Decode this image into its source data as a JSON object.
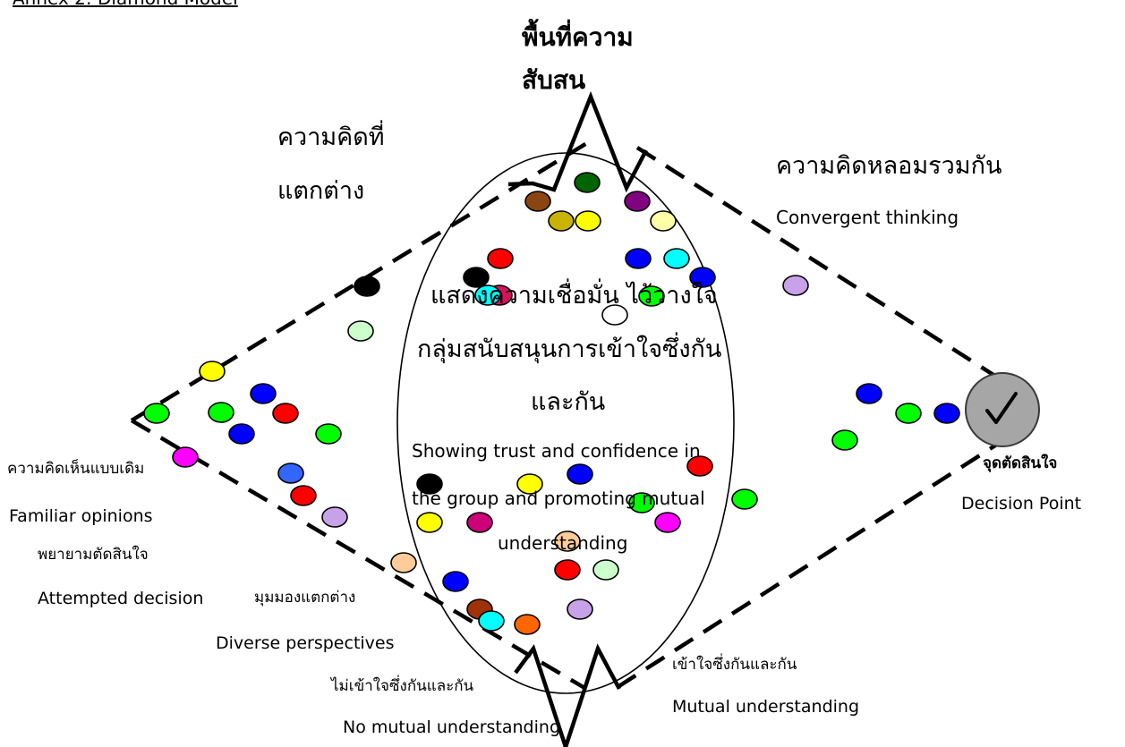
{
  "annex_title": "Annex 2: Diamond Model",
  "labels": {
    "groan_zone_line1": "พื้นที่ความ",
    "groan_zone_line2": "สับสน",
    "divergent_line1": "ความคิดที่",
    "divergent_line2": "แตกต่าง",
    "convergent_th": "ความคิดหลอมรวมกัน",
    "convergent_en": "Convergent thinking",
    "center_th_line1": "แสดงความเชื่อมั่น ไว้วางใจ",
    "center_th_line2": "กลุ่มสนับสนุนการเข้าใจซึ่งกัน",
    "center_th_line3": "และกัน",
    "center_en_line1": "Showing trust and confidence in",
    "center_en_line2": "the group and promoting mutual",
    "center_en_line3": "understanding",
    "familiar_th": "ความคิดเห็นแบบเดิม",
    "familiar_en": "Familiar opinions",
    "attempt_th": "พยายามตัดสินใจ",
    "attempt_en": "Attempted decision",
    "diverse_th": "มุมมองแตกต่าง",
    "diverse_en": "Diverse perspectives",
    "no_mutual_th": "ไม่เข้าใจซึ่งกันและกัน",
    "no_mutual_en": "No mutual understanding",
    "mutual_th": "เข้าใจซึ่งกันและกัน",
    "mutual_en": "Mutual understanding",
    "decision_th": "จุดตัดสินใจ",
    "decision_en": "Decision Point"
  },
  "decision_icon": "checkmark-icon",
  "colors": {
    "line": "#000000",
    "decision_fill": "#a6a6a6",
    "red": "#ff0000",
    "blue": "#0000ff",
    "green": "#00ff00",
    "yellow": "#ffff00",
    "black": "#000000",
    "brown": "#8b4513",
    "dark_green": "#006400",
    "olive": "#c8b400",
    "purple": "#800080",
    "light_yellow": "#ffffa8",
    "cyan": "#00ffff",
    "crimson": "#d4145a",
    "white": "#ffffff",
    "pale_green": "#ccffcc",
    "magenta": "#ff00ff",
    "lavender": "#c8a2e8",
    "peach": "#ffcc99",
    "royal_blue": "#3366ff",
    "dark_red_brown": "#a0320a",
    "orange": "#ff6600",
    "violet_red": "#cc0077"
  },
  "dot_colors": [
    "brown",
    "dark_green",
    "purple",
    "olive",
    "yellow",
    "light_yellow",
    "red",
    "black",
    "blue",
    "cyan",
    "blue",
    "crimson",
    "cyan",
    "green",
    "white",
    "black",
    "pale_green",
    "yellow",
    "blue",
    "green",
    "red",
    "blue",
    "green",
    "magenta",
    "royal_blue",
    "red",
    "lavender",
    "peach",
    "blue",
    "dark_red_brown",
    "cyan",
    "orange",
    "lavender",
    "black",
    "yellow",
    "blue",
    "yellow",
    "violet_red",
    "peach",
    "green",
    "magenta",
    "red",
    "green",
    "red",
    "pale_green",
    "lavender",
    "blue",
    "green",
    "blue",
    "green",
    "green"
  ]
}
